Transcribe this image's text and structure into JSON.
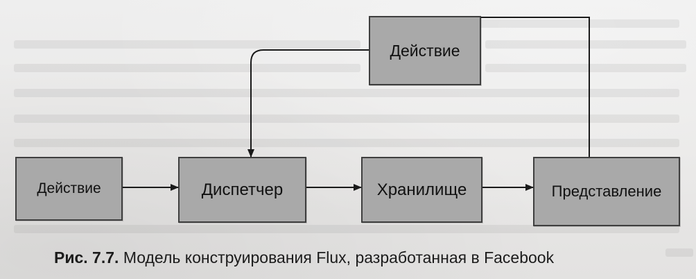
{
  "diagram": {
    "nodes": [
      {
        "id": "action-top",
        "label": "Действие"
      },
      {
        "id": "action-left",
        "label": "Действие"
      },
      {
        "id": "dispatcher",
        "label": "Диспетчер"
      },
      {
        "id": "store",
        "label": "Хранилище"
      },
      {
        "id": "view",
        "label": "Представление"
      }
    ],
    "edges": [
      {
        "from": "action-left",
        "to": "dispatcher"
      },
      {
        "from": "dispatcher",
        "to": "store"
      },
      {
        "from": "store",
        "to": "view"
      },
      {
        "from": "view",
        "to": "action-top"
      },
      {
        "from": "action-top",
        "to": "dispatcher"
      }
    ]
  },
  "caption": {
    "figure_number": "Рис. 7.7.",
    "text": "Модель конструирования Flux, разработанная в Facebook"
  },
  "colors": {
    "box_fill": "#a9a9a9",
    "box_border": "#3e3e3e",
    "arrow": "#1a1a1a",
    "page": "#eeeeee"
  }
}
